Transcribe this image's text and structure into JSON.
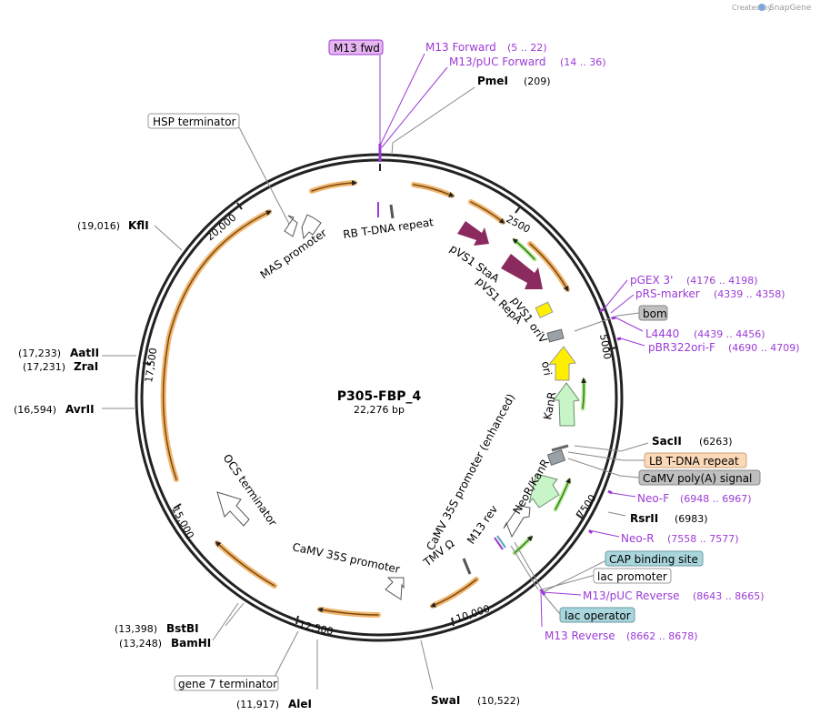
{
  "credit": {
    "created_by": "Created by",
    "brand": "SnapGene"
  },
  "plasmid": {
    "name": "P305-FBP_4",
    "length_label": "22,276 bp"
  },
  "ticks": [
    "2500",
    "5000",
    "7500",
    "10,000",
    "12,500",
    "15,000",
    "17,500",
    "20,000"
  ],
  "primers_right": [
    {
      "name": "M13 Forward",
      "pos": "(5 .. 22)"
    },
    {
      "name": "M13/pUC Forward",
      "pos": "(14 .. 36)"
    },
    {
      "name": "pGEX 3'",
      "pos": "(4176 .. 4198)"
    },
    {
      "name": "pRS-marker",
      "pos": "(4339 .. 4358)"
    },
    {
      "name": "L4440",
      "pos": "(4439 .. 4456)"
    },
    {
      "name": "pBR322ori-F",
      "pos": "(4690 .. 4709)"
    },
    {
      "name": "Neo-F",
      "pos": "(6948 .. 6967)"
    },
    {
      "name": "Neo-R",
      "pos": "(7558 .. 7577)"
    },
    {
      "name": "M13/pUC Reverse",
      "pos": "(8643 .. 8665)"
    },
    {
      "name": "M13 Reverse",
      "pos": "(8662 .. 8678)"
    }
  ],
  "sites": [
    {
      "name": "PmeI",
      "pos": "(209)"
    },
    {
      "name": "SacII",
      "pos": "(6263)"
    },
    {
      "name": "RsrII",
      "pos": "(6983)"
    },
    {
      "name": "SwaI",
      "pos": "(10,522)"
    },
    {
      "name": "AleI",
      "pos": "(11,917)"
    },
    {
      "name": "BamHI",
      "pos": "(13,248)"
    },
    {
      "name": "BstBI",
      "pos": "(13,398)"
    },
    {
      "name": "AvrII",
      "pos": "(16,594)"
    },
    {
      "name": "ZraI",
      "pos": "(17,231)"
    },
    {
      "name": "AatII",
      "pos": "(17,233)"
    },
    {
      "name": "KflI",
      "pos": "(19,016)"
    }
  ],
  "boxed": {
    "m13_fwd": "M13 fwd",
    "hsp_terminator": "HSP terminator",
    "bom": "bom",
    "lb_repeat": "LB T-DNA repeat",
    "camv_polya": "CaMV poly(A) signal",
    "cap_site": "CAP binding site",
    "lac_promoter": "lac promoter",
    "lac_operator": "lac operator",
    "gene7_terminator": "gene 7 terminator"
  },
  "features": {
    "rb_repeat": "RB T-DNA repeat",
    "mas_promoter": "MAS promoter",
    "pvs1_staa": "pVS1 StaA",
    "pvs1_repa": "pVS1 RepA",
    "pvs1_oriv": "pVS1 oriV",
    "ori": "ori",
    "kanr": "KanR",
    "camv35s_enh": "CaMV 35S promoter (enhanced)",
    "neor_kanr": "NeoR/KanR",
    "m13_rev": "M13 rev",
    "tmv": "TMV Ω",
    "camv35s": "CaMV 35S promoter",
    "ocs_terminator": "OCS terminator"
  },
  "colors": {
    "primer": "#9b3ad6",
    "orf": "#f0b66e",
    "pvs1": "#8b2a5e",
    "ori": "#ffee00",
    "kanr": "#c8f5c8",
    "green": "#4fa025",
    "bom_box": "#bfbfbf",
    "lb_box": "#fbd9b8",
    "cap_box": "#a9d6dc"
  }
}
